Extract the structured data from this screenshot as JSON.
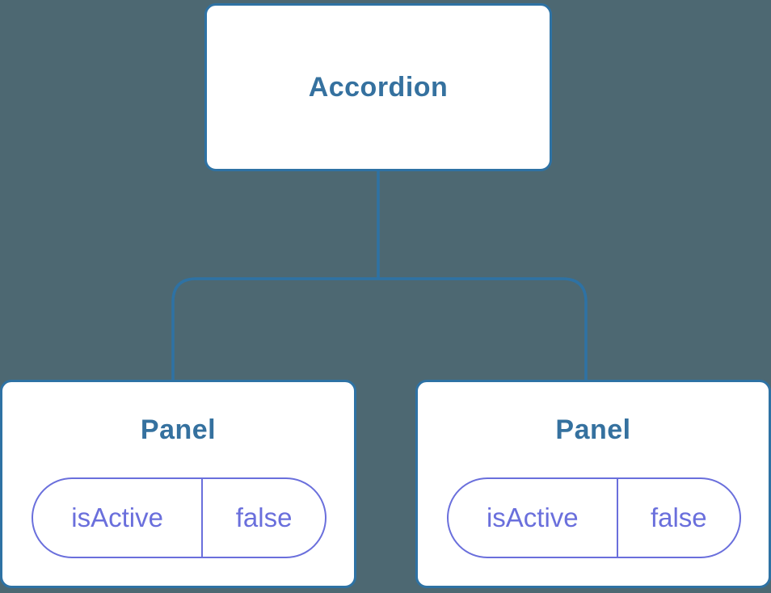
{
  "diagram": {
    "type": "component-tree",
    "root": {
      "label": "Accordion"
    },
    "children": [
      {
        "label": "Panel",
        "state": {
          "name": "isActive",
          "value": "false"
        }
      },
      {
        "label": "Panel",
        "state": {
          "name": "isActive",
          "value": "false"
        }
      }
    ]
  },
  "colors": {
    "background": "#4d6872",
    "node_background": "#ffffff",
    "node_border": "#2e72a4",
    "node_text": "#35719f",
    "connector": "#2e72a4",
    "state_pill": "#6a6fdc"
  }
}
